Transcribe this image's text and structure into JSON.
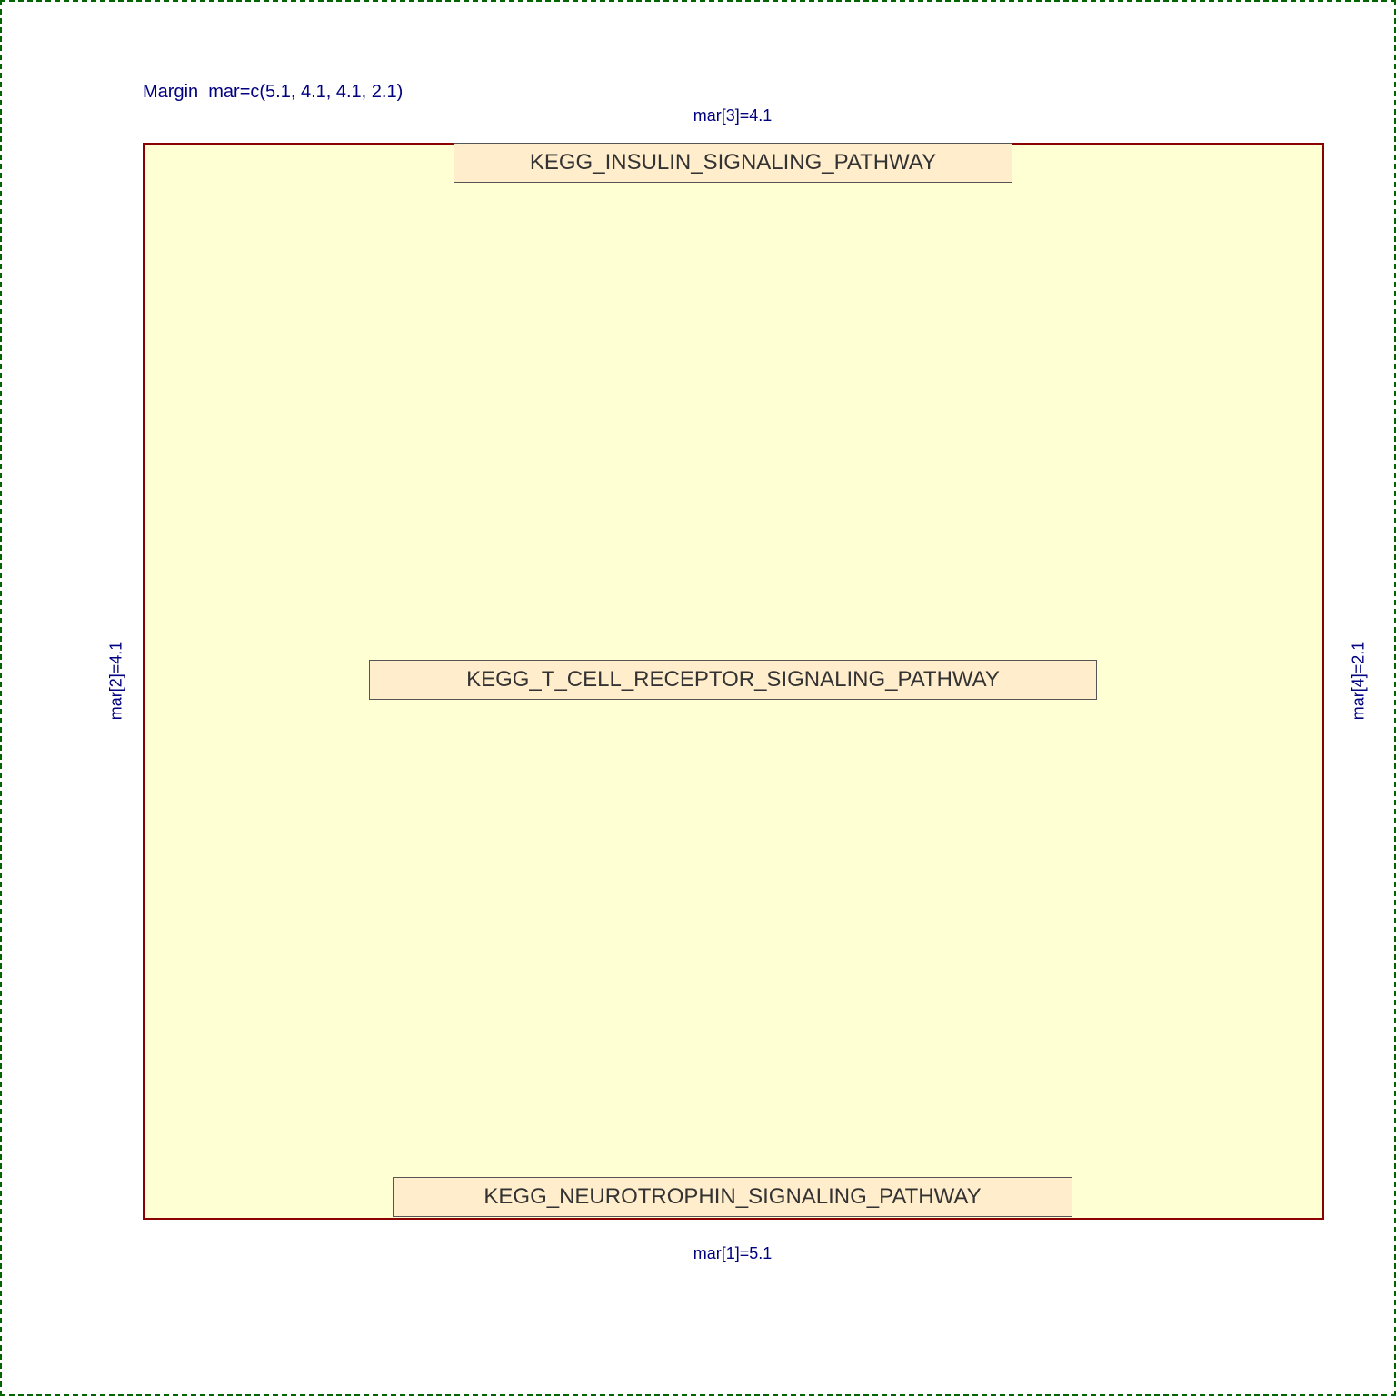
{
  "figure": {
    "margin_title": "Margin  mar=c(5.1, 4.1, 4.1, 2.1)",
    "mar_labels": {
      "bottom": "mar[1]=5.1",
      "left": "mar[2]=4.1",
      "top": "mar[3]=4.1",
      "right": "mar[4]=2.1"
    }
  },
  "pathways": {
    "top": "KEGG_INSULIN_SIGNALING_PATHWAY",
    "middle": "KEGG_T_CELL_RECEPTOR_SIGNALING_PATHWAY",
    "bottom": "KEGG_NEUROTROPHIN_SIGNALING_PATHWAY"
  },
  "colors": {
    "figure_border": "#006400",
    "plot_background": "#ffffd4",
    "plot_border": "#8b0000",
    "label_text": "#000080",
    "box_fill": "#ffedcc",
    "box_border": "#555555"
  }
}
